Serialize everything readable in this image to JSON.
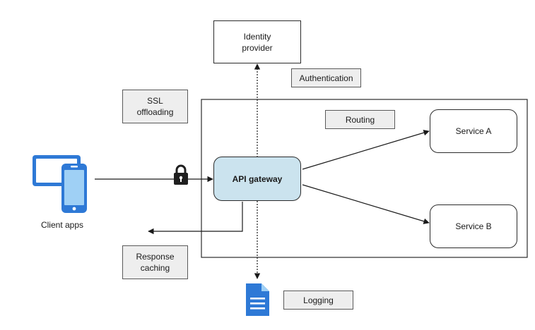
{
  "nodes": {
    "identity_provider": "Identity\nprovider",
    "api_gateway": "API gateway",
    "service_a": "Service A",
    "service_b": "Service B"
  },
  "labels": {
    "authentication": "Authentication",
    "ssl_offloading": "SSL\noffloading",
    "routing": "Routing",
    "response_caching": "Response\ncaching",
    "logging": "Logging"
  },
  "client": {
    "caption": "Client apps"
  },
  "icons": {
    "client_devices": "tablet-and-phone-icon",
    "lock": "lock-icon",
    "log_document": "document-icon"
  },
  "colors": {
    "gateway_fill": "#cbe3ee",
    "device_blue": "#2e79d6",
    "label_fill": "#eeeeee"
  }
}
